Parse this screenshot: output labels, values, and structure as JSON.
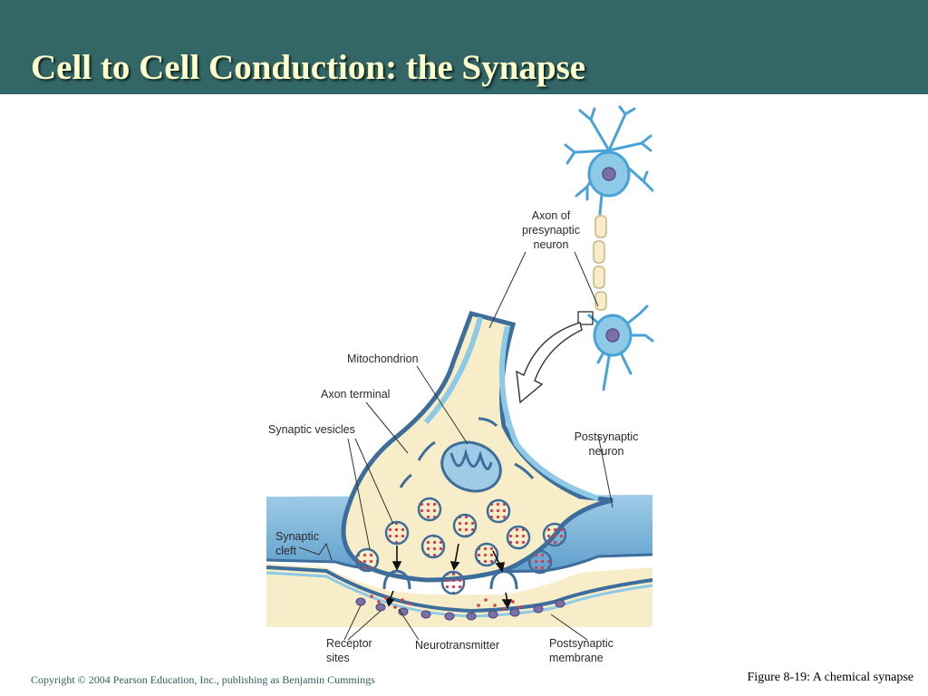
{
  "slide": {
    "title": "Cell to Cell Conduction: the Synapse"
  },
  "figure": {
    "labels": {
      "axon_presynaptic": "Axon of\npresynaptic\nneuron",
      "mitochondrion": "Mitochondrion",
      "axon_terminal": "Axon terminal",
      "synaptic_vesicles": "Synaptic vesicles",
      "postsynaptic_neuron": "Postsynaptic\nneuron",
      "synaptic_cleft": "Synaptic\ncleft",
      "receptor_sites": "Receptor\nsites",
      "neurotransmitter": "Neurotransmitter",
      "postsynaptic_membrane": "Postsynaptic\nmembrane"
    },
    "colors": {
      "neuron_blue": "#8ecae6",
      "membrane_blue": "#3d6e9b",
      "cytoplasm": "#f7edc8",
      "vesicle_dot": "#d83a4a",
      "receptor": "#7b6fa8"
    }
  },
  "footer": {
    "copyright": "Copyright © 2004 Pearson Education, Inc., publishing as Benjamin Cummings",
    "caption": "Figure 8-19: A chemical synapse"
  }
}
